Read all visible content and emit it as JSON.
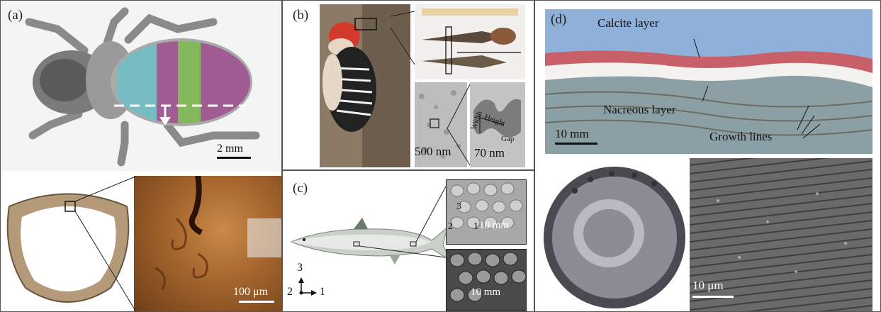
{
  "panels": {
    "a": {
      "tag": "(a)",
      "scale_top": "2 mm",
      "scale_bottom": "100 μm"
    },
    "b": {
      "tag": "(b)",
      "scale_left": "500 nm",
      "scale_right": "70 nm",
      "width_label": "Width",
      "height_label": "Height",
      "gap_label": "Gap"
    },
    "c": {
      "tag": "(c)",
      "axis_3": "3",
      "axis_2": "2",
      "axis_1": "1",
      "inset_axis_3": "3",
      "inset_axis_2": "2",
      "inset_axis_1": "1",
      "scale_top": "10 mm",
      "scale_bottom": "10 mm"
    },
    "d": {
      "tag": "(d)",
      "calcite": "Calcite layer",
      "nacreous": "Nacreous layer",
      "growth": "Growth lines",
      "scale_top": "10 mm",
      "scale_bottom": "10 μm"
    }
  },
  "colors": {
    "beetle_cyan": "#6fc0c8",
    "beetle_magenta": "#a0508f",
    "beetle_green": "#7dbb4e",
    "shell_red": "#c8606a",
    "sky_blue": "#8fb0d8"
  }
}
